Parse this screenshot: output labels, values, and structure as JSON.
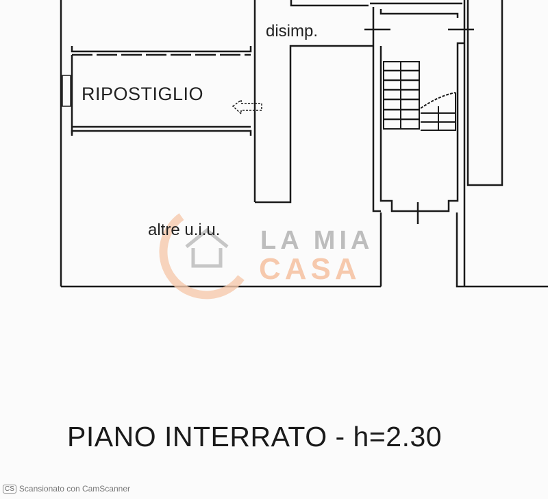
{
  "rooms": {
    "ripostiglio": "RIPOSTIGLIO",
    "disimpegno": "disimp.",
    "altre": "altre u.i.u."
  },
  "title": "PIANO INTERRATO - h=2.30",
  "watermark": {
    "line1": "LA MIA",
    "line2": "CASA",
    "icon": "house-icon",
    "colors": {
      "gray": "#bdbdbd",
      "orange": "#f4a77e"
    }
  },
  "footer": {
    "badge": "CS",
    "text": "Scansionato con CamScanner"
  }
}
